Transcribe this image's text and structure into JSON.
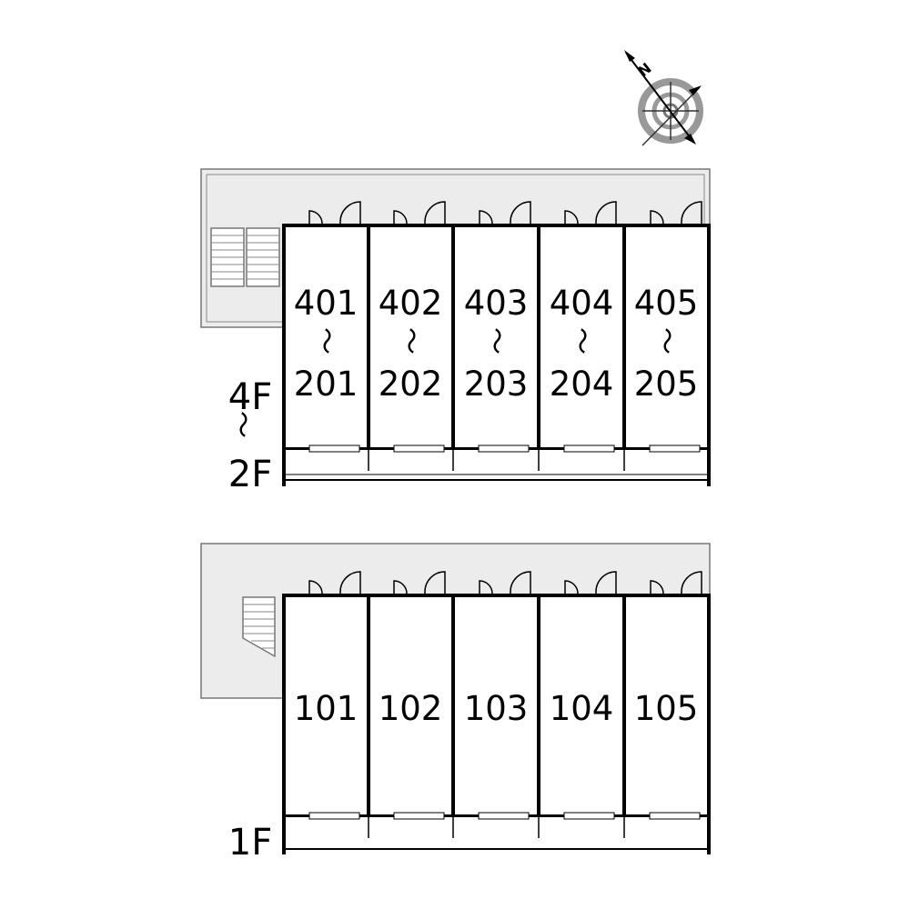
{
  "compass": {
    "north_label": "N"
  },
  "upper_floor": {
    "floor_top": "4F",
    "floor_sep": "〜",
    "floor_bottom": "2F",
    "units": [
      {
        "top": "401",
        "sep": "〜",
        "bottom": "201"
      },
      {
        "top": "402",
        "sep": "〜",
        "bottom": "202"
      },
      {
        "top": "403",
        "sep": "〜",
        "bottom": "203"
      },
      {
        "top": "404",
        "sep": "〜",
        "bottom": "204"
      },
      {
        "top": "405",
        "sep": "〜",
        "bottom": "205"
      }
    ]
  },
  "lower_floor": {
    "floor": "1F",
    "units": [
      "101",
      "102",
      "103",
      "104",
      "105"
    ]
  }
}
